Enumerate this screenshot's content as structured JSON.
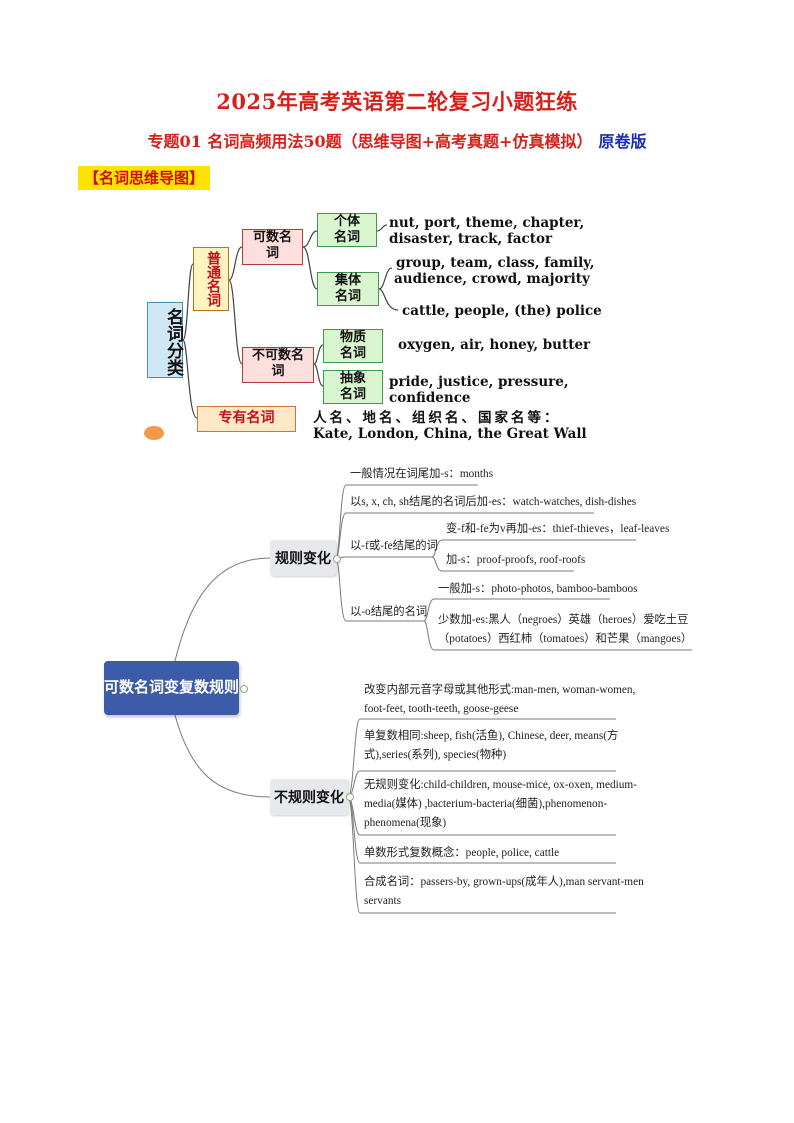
{
  "header": {
    "title": "2025年高考英语第二轮复习小题狂练",
    "subtitle_main": "专题01  名词高频用法50题（思维导图+高考真题+仿真模拟）",
    "subtitle_tag": "原卷版",
    "section_tag": "【名词思维导图】"
  },
  "noun_map": {
    "root": "名词分类",
    "common": "普通名词",
    "countable": "可数名词",
    "uncountable": "不可数名词",
    "individual": "个体名词",
    "collective": "集体名词",
    "material": "物质名词",
    "abstract": "抽象名词",
    "proper": "专有名词",
    "individual_examples": [
      "nut, port, theme, chapter,",
      "disaster, track, factor"
    ],
    "collective_examples_1": [
      "group, team, class, family,",
      "audience, crowd, majority"
    ],
    "collective_examples_2": "cattle, people, (the) police",
    "material_examples": "oxygen, air, honey, butter",
    "abstract_examples": [
      "pride, justice, pressure,",
      "confidence"
    ],
    "proper_examples": [
      "人名、地名、组织名、国家名等：",
      "Kate, London, China, the Great Wall"
    ]
  },
  "plural_map": {
    "root": "可数名词变复数规则",
    "regular": "规则变化",
    "irregular": "不规则变化",
    "regular_items": {
      "general": "一般情况在词尾加-s：months",
      "sxchsh": "以s, x, ch, sh结尾的名词后加-es：watch-watches, dish-dishes",
      "f_fe": "以-f或-fe结尾的词",
      "f_fe_a": "变-f和-fe为v再加-es：thief-thieves，leaf-leaves",
      "f_fe_b": "加-s：proof-proofs, roof-roofs",
      "o": "以-o结尾的名词",
      "o_a": "一般加-s：photo-photos, bamboo-bamboos",
      "o_b_1": "少数加-es:黑人（negroes）英雄（heroes）爱吃土豆",
      "o_b_2": "（potatoes）西红柿（tomatoes）和芒果（mangoes）"
    },
    "irregular_items": {
      "vowel_1": "改变内部元音字母或其他形式:man-men, woman-women,",
      "vowel_2": "foot-feet, tooth-teeth, goose-geese",
      "same_1": "单复数相同:sheep, fish(活鱼), Chinese, deer, means(方",
      "same_2": "式),series(系列), species(物种)",
      "none_1": "无规则变化:child-children, mouse-mice, ox-oxen, medium-",
      "none_2": "media(媒体) ,bacterium-bacteria(细菌),phenomenon-",
      "none_3": "phenomena(现象)",
      "plural_concept": "单数形式复数概念：people, police, cattle",
      "compound_1": "合成名词：passers-by, grown-ups(成年人),man servant-men",
      "compound_2": "servants"
    }
  },
  "colors": {
    "title_red": "#d6201a",
    "tag_blue": "#1c2fb3",
    "tag_yellow": "#ffe300",
    "root_blue": "#3c5caa",
    "branch_gray": "#e7e8ec",
    "line_green": "#7cb36c"
  }
}
